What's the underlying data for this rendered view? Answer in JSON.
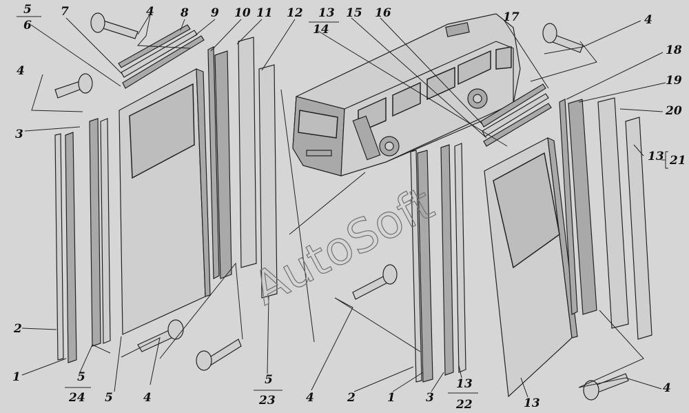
{
  "watermark": "AutoSoft",
  "labels": {
    "l1a": "1",
    "l1b": "1",
    "l2a": "2",
    "l2b": "2",
    "l3a": "3",
    "l3b": "3",
    "l4a": "4",
    "l4b": "4",
    "l4c": "4",
    "l4d": "4",
    "l4e": "4",
    "l4f": "4",
    "l5a": "5",
    "l7": "7",
    "l8": "8",
    "l9": "9",
    "l10": "10",
    "l11": "11",
    "l12": "12",
    "l15": "15",
    "l16": "16",
    "l17": "17",
    "l18": "18",
    "l19": "19",
    "l20": "20",
    "l13a": "13",
    "l13_21": "13",
    "l21": "21"
  },
  "fractions": {
    "f5_6": {
      "num": "5",
      "den": "6"
    },
    "f13_14": {
      "num": "13",
      "den": "14"
    },
    "f5_24": {
      "num": "5",
      "den": "24"
    },
    "f5_23": {
      "num": "5",
      "den": "23"
    },
    "f13_22": {
      "num": "13",
      "den": "22"
    }
  }
}
